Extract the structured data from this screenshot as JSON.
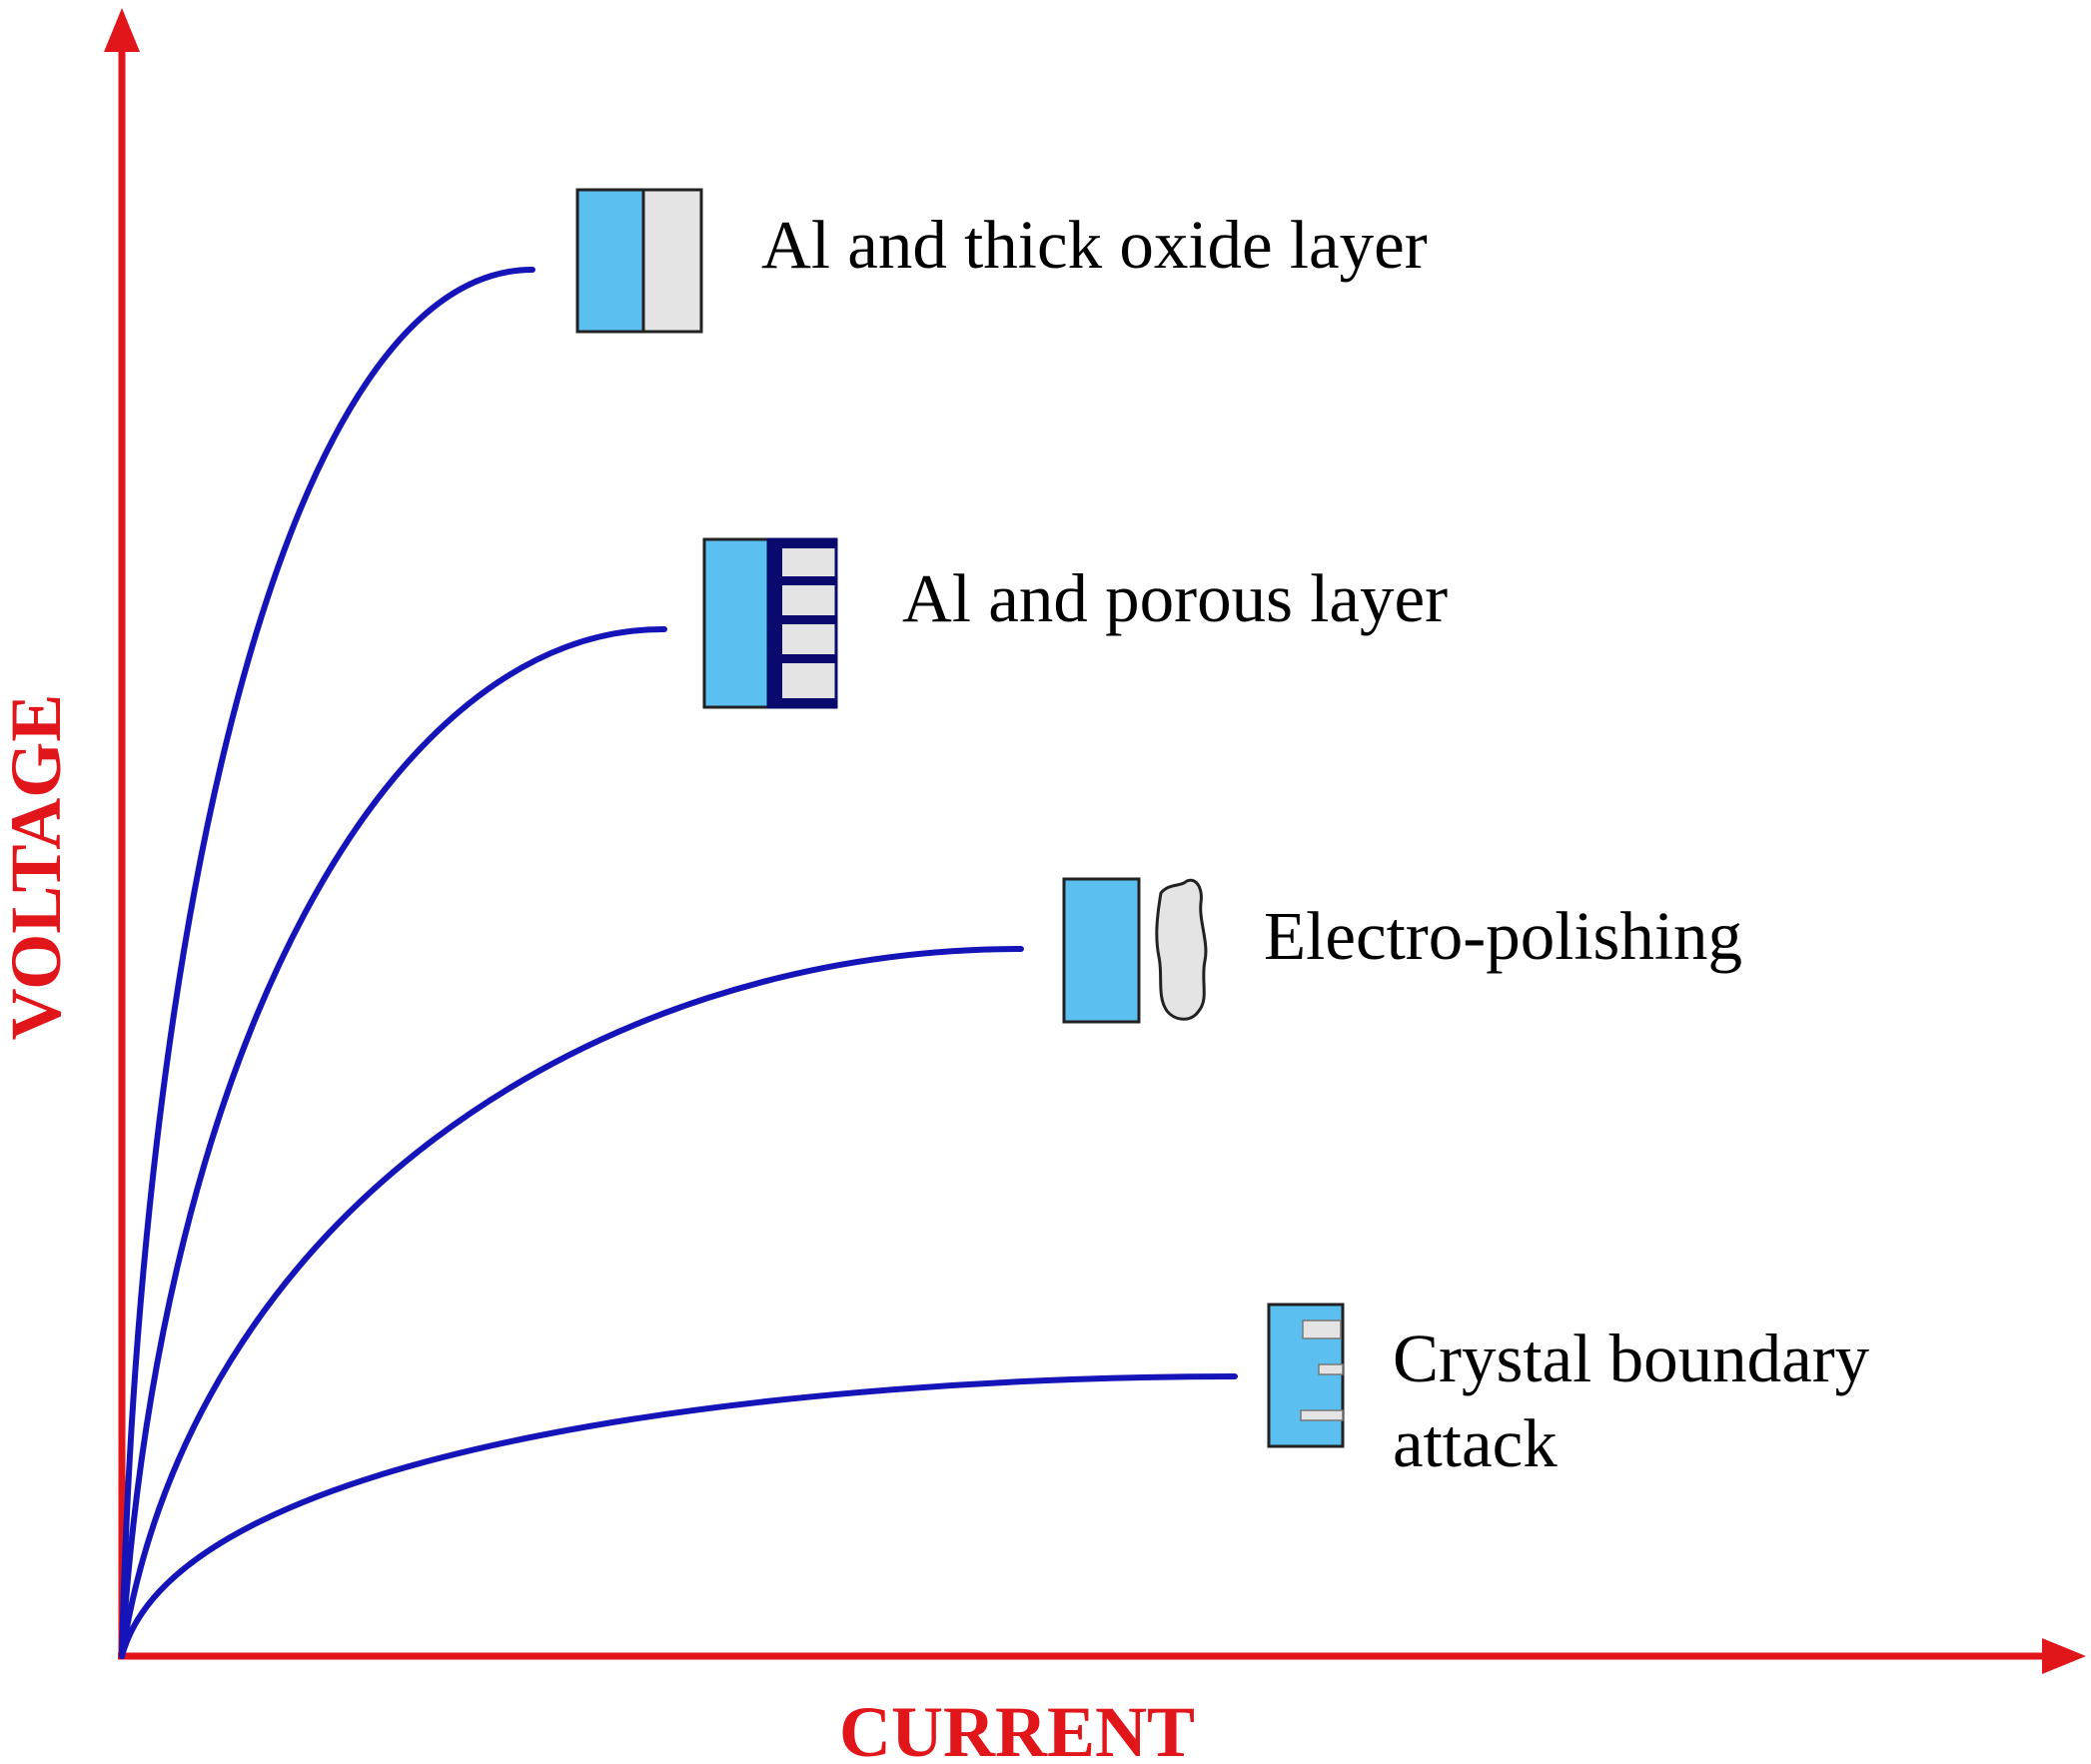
{
  "axes": {
    "x_label": "CURRENT",
    "y_label": "VOLTAGE",
    "color": "#e0161b"
  },
  "curve_color": "#1414b8",
  "curves": [
    {
      "label_lines": [
        "Al and thick oxide layer"
      ],
      "icon": "thick-oxide-layer-icon"
    },
    {
      "label_lines": [
        "Al and porous layer"
      ],
      "icon": "porous-layer-icon"
    },
    {
      "label_lines": [
        "Electro-polishing"
      ],
      "icon": "electro-polishing-icon"
    },
    {
      "label_lines": [
        "Crystal boundary",
        "attack"
      ],
      "icon": "crystal-boundary-attack-icon"
    }
  ],
  "colors": {
    "aluminium": "#5bc0f0",
    "oxide": "#e4e4e4",
    "pores": "#0a0a6e"
  }
}
